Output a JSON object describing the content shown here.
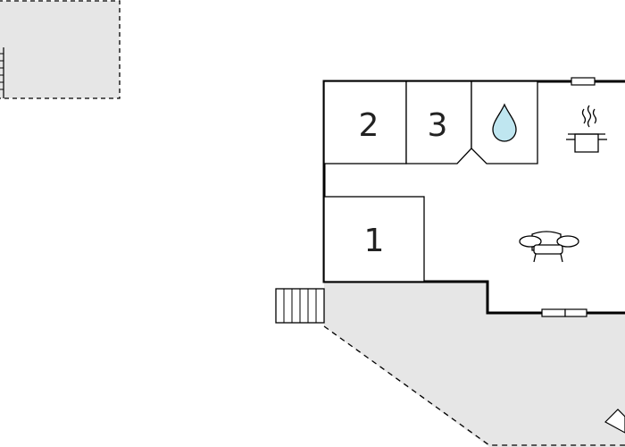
{
  "floor_plan": {
    "rooms": [
      {
        "label": "2"
      },
      {
        "label": "3"
      },
      {
        "label": "1"
      }
    ],
    "icons": {
      "bathroom": "water-drop-icon",
      "kitchen": "cooking-pot-icon",
      "living": "sofa-icon",
      "stairs": "stairs-icon"
    },
    "colors": {
      "terrace": "#e6e6e6",
      "walls": "#000000",
      "water": "#bfe6f0"
    }
  }
}
